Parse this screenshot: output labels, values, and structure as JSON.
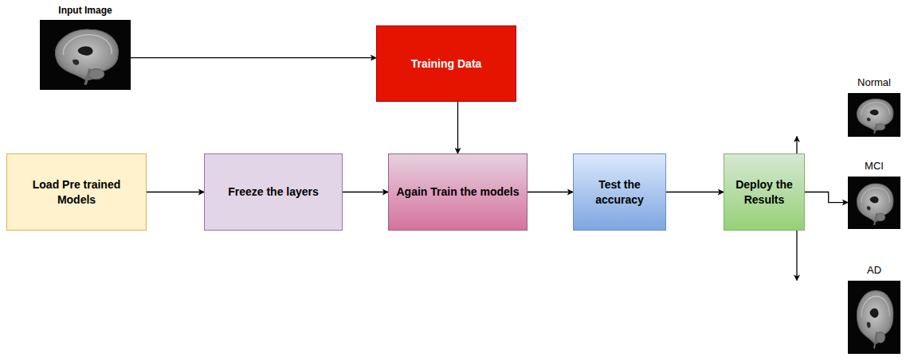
{
  "diagram": {
    "nodes": [
      {
        "text": [
          "Input Image"
        ]
      },
      {
        "text": [
          "Training Data"
        ]
      },
      {
        "text": [
          "Load Pre trained Models"
        ]
      },
      {
        "text": [
          "Freeze the layers"
        ]
      },
      {
        "text": [
          "Again Train the models"
        ]
      },
      {
        "text": [
          "Test the accuracy"
        ]
      },
      {
        "text": [
          "Deploy the Results"
        ]
      },
      {
        "text": [
          "Normal"
        ]
      },
      {
        "text": [
          "MCI"
        ]
      },
      {
        "text": [
          "AD"
        ]
      }
    ],
    "edges": [
      {
        "from": 0,
        "to": 1,
        "arrow": "to"
      },
      {
        "from": 1,
        "to": 4,
        "arrow": "to"
      },
      {
        "from": 2,
        "to": 3,
        "arrow": "to"
      },
      {
        "from": 3,
        "to": 4,
        "arrow": "to"
      },
      {
        "from": 4,
        "to": 5,
        "arrow": "to"
      },
      {
        "from": 5,
        "to": 6,
        "arrow": "to"
      },
      {
        "from": 6,
        "to": 7,
        "arrow": "to"
      },
      {
        "from": 6,
        "to": 8,
        "arrow": "to"
      },
      {
        "from": 6,
        "to": 9,
        "arrow": "to"
      }
    ]
  }
}
